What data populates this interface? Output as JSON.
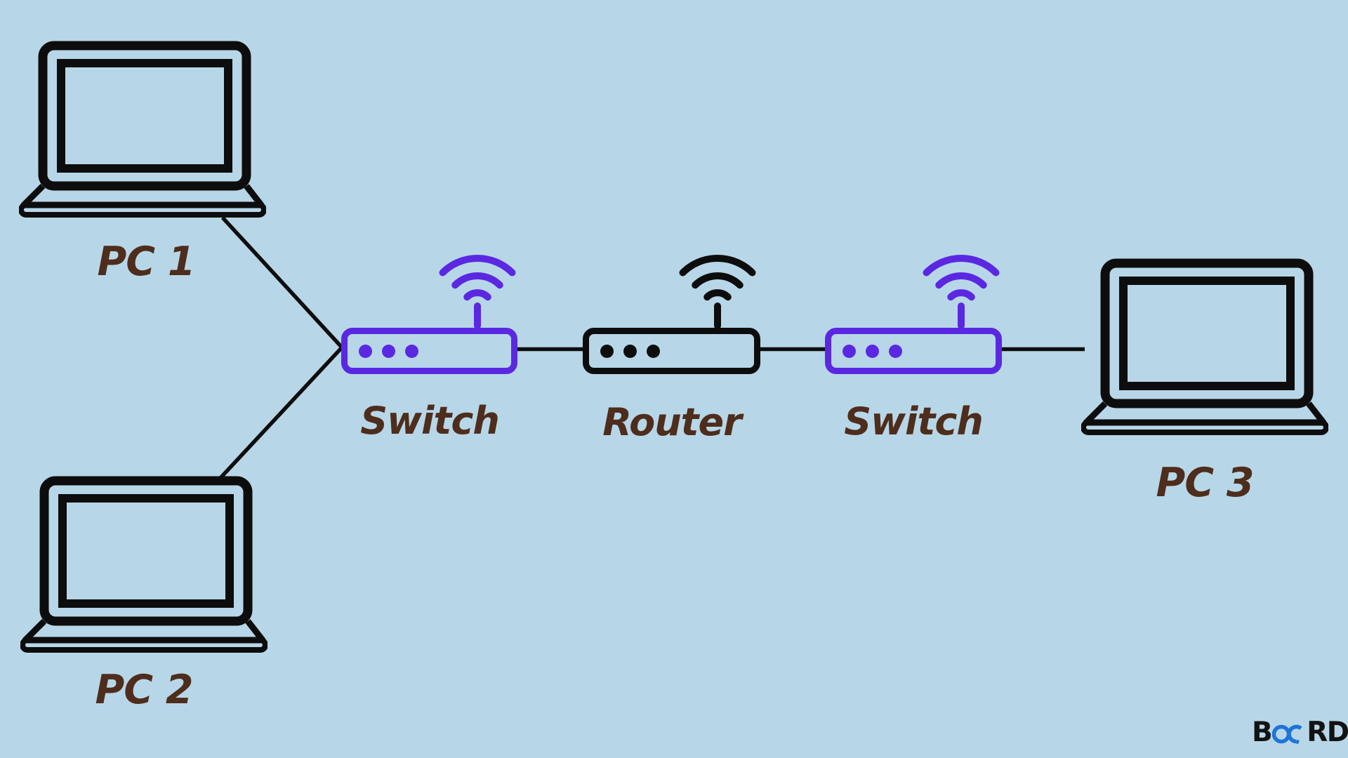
{
  "background_color": "#b7d7e8",
  "palette": {
    "device_purple": "#5b28e2",
    "device_black": "#0d0d0d",
    "label_brown": "#4e2d1c",
    "wire_black": "#0d0d0d",
    "logo_blue": "#1e74d8",
    "logo_black": "#131313"
  },
  "diagram": {
    "type": "network-topology",
    "nodes": [
      {
        "id": "pc1",
        "kind": "laptop",
        "label": "PC 1"
      },
      {
        "id": "pc2",
        "kind": "laptop",
        "label": "PC 2"
      },
      {
        "id": "switch1",
        "kind": "wireless-switch",
        "label": "Switch",
        "color": "#5b28e2",
        "led_count": 3
      },
      {
        "id": "router1",
        "kind": "wireless-router",
        "label": "Router",
        "color": "#0d0d0d",
        "led_count": 3
      },
      {
        "id": "switch2",
        "kind": "wireless-switch",
        "label": "Switch",
        "color": "#5b28e2",
        "led_count": 3
      },
      {
        "id": "pc3",
        "kind": "laptop",
        "label": "PC 3"
      }
    ],
    "edges": [
      {
        "from": "pc1",
        "to": "switch1"
      },
      {
        "from": "pc2",
        "to": "switch1"
      },
      {
        "from": "switch1",
        "to": "router1"
      },
      {
        "from": "router1",
        "to": "switch2"
      },
      {
        "from": "switch2",
        "to": "pc3"
      }
    ]
  },
  "logo": {
    "text_prefix": "B",
    "text_suffix": "RD",
    "symbol": "double-ring-infinity"
  }
}
